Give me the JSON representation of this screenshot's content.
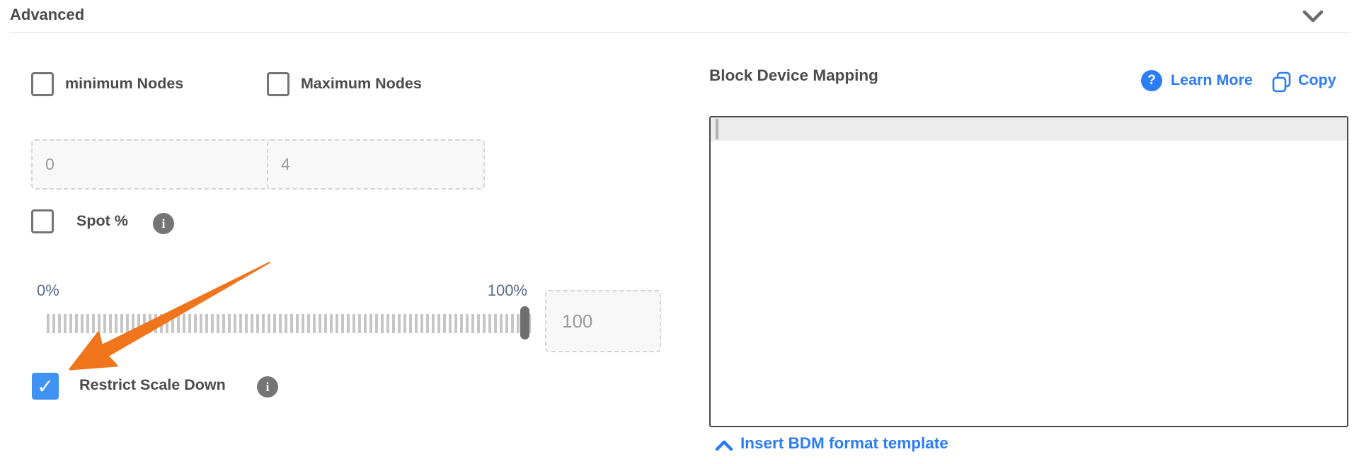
{
  "header": {
    "title": "Advanced"
  },
  "advanced_form": {
    "minimum_nodes": {
      "label": "minimum Nodes",
      "checked": false,
      "value": "0"
    },
    "maximum_nodes": {
      "label": "Maximum Nodes",
      "checked": false,
      "value": "4"
    },
    "spot_percentage": {
      "label": "Spot %",
      "checked": false,
      "slider_min_label": "0%",
      "slider_max_label": "100%",
      "slider_position_percent": 100,
      "value": "100"
    },
    "restrict_scale_down": {
      "label": "Restrict Scale Down",
      "checked": true
    }
  },
  "block_device_mapping": {
    "title": "Block Device Mapping",
    "learn_more_label": "Learn More",
    "copy_label": "Copy",
    "editor_content": "",
    "insert_template_label": "Insert BDM format template"
  },
  "icons": {
    "info_glyph": "i",
    "help_glyph": "?",
    "check_glyph": "✓"
  },
  "colors": {
    "link_blue": "#2b7cf7",
    "checked_checkbox_blue": "#4193f3",
    "annotation_arrow_orange": "#f0751c",
    "slider_label_slate": "#5a6b8c"
  }
}
